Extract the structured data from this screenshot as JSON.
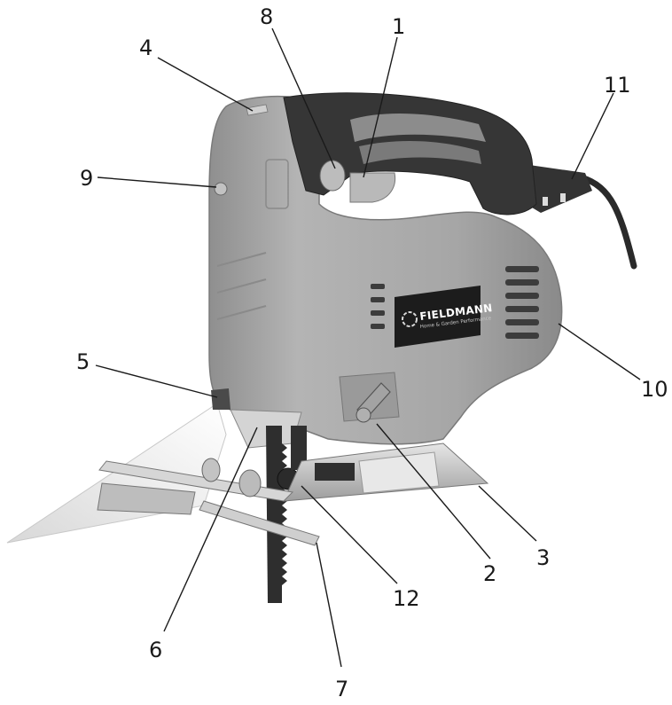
{
  "brand": {
    "name": "FIELDMANN",
    "tagline": "Home & Garden Performance"
  },
  "colors": {
    "body": "#a9a9a9",
    "body_shadow": "#7e7e7e",
    "grip": "#3a3a3a",
    "grip_insert": "#8c8c8c",
    "metal": "#cfcfcf",
    "blade": "#2e2e2e",
    "label_bg": "#1c1c1c"
  },
  "callouts": [
    {
      "id": "1",
      "label": "1"
    },
    {
      "id": "2",
      "label": "2"
    },
    {
      "id": "3",
      "label": "3"
    },
    {
      "id": "4",
      "label": "4"
    },
    {
      "id": "5",
      "label": "5"
    },
    {
      "id": "6",
      "label": "6"
    },
    {
      "id": "7",
      "label": "7"
    },
    {
      "id": "8",
      "label": "8"
    },
    {
      "id": "9",
      "label": "9"
    },
    {
      "id": "10",
      "label": "10"
    },
    {
      "id": "11",
      "label": "11"
    },
    {
      "id": "12",
      "label": "12"
    }
  ]
}
